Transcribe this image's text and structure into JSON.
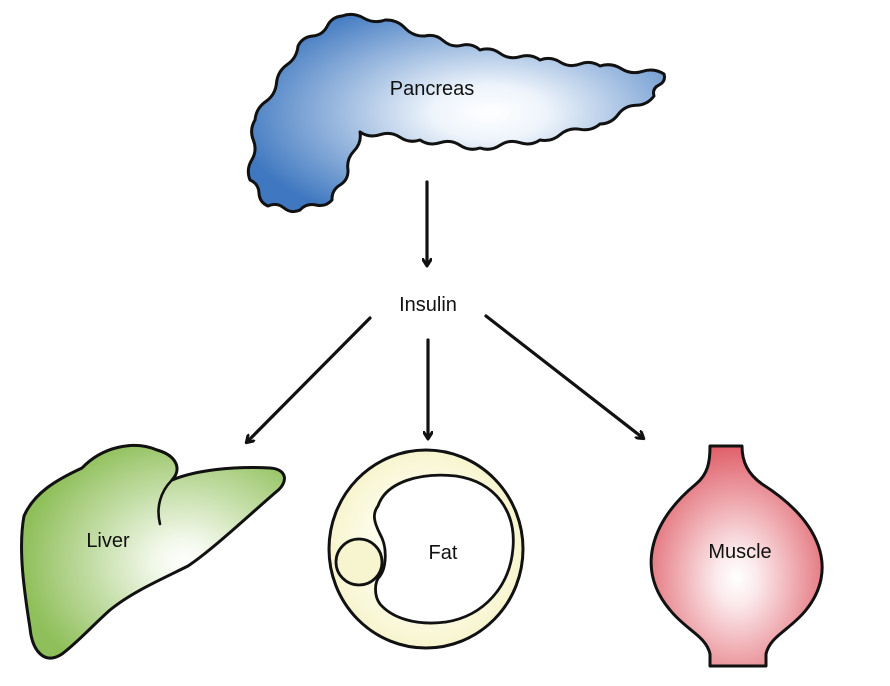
{
  "diagram": {
    "nodes": {
      "pancreas": {
        "label": "Pancreas",
        "color": "#3f78c0"
      },
      "insulin": {
        "label": "Insulin"
      },
      "liver": {
        "label": "Liver",
        "color": "#8fbf5a"
      },
      "fat": {
        "label": "Fat",
        "color": "#f3f0bd"
      },
      "muscle": {
        "label": "Muscle",
        "color": "#e0606a"
      }
    },
    "edges": [
      {
        "from": "pancreas",
        "to": "insulin"
      },
      {
        "from": "insulin",
        "to": "liver"
      },
      {
        "from": "insulin",
        "to": "fat"
      },
      {
        "from": "insulin",
        "to": "muscle"
      }
    ]
  }
}
